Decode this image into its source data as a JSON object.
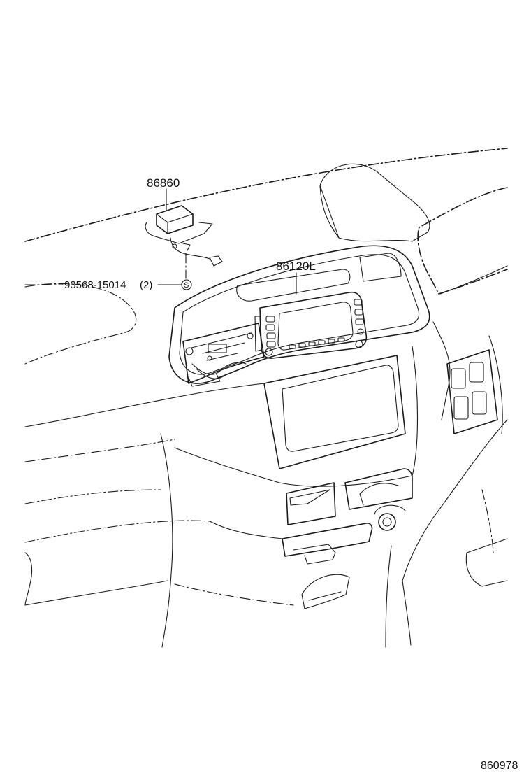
{
  "diagram": {
    "part_labels": {
      "antenna_amp": "86860",
      "navigation_unit": "86120L",
      "screw": "93568-15014",
      "screw_qty": "(2)",
      "screw_symbol": "S"
    },
    "illustration_code": "860978"
  }
}
